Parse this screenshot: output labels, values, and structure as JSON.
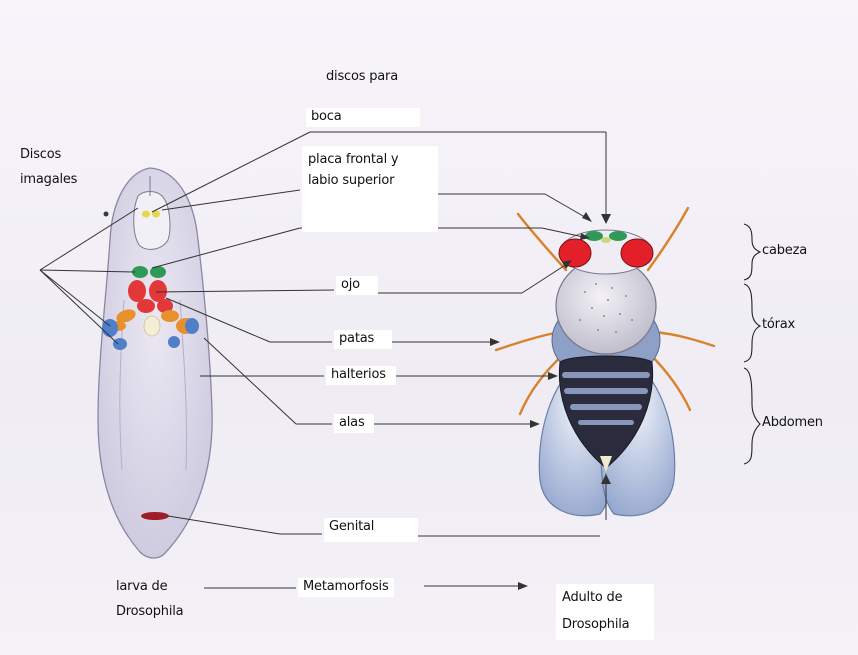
{
  "labels": {
    "discos_imagales": [
      "Discos",
      "imagales"
    ],
    "discos_para": "discos para",
    "boca": "boca",
    "placa_frontal": [
      "placa frontal y",
      "labio superior"
    ],
    "ojo": "ojo",
    "patas": "patas",
    "halterios": "halterios",
    "alas": "alas",
    "genital": "Genital",
    "cabeza": "cabeza",
    "torax": "tórax",
    "abdomen": "Abdomen",
    "larva": [
      "larva de",
      "Drosophila"
    ],
    "metamorfosis": "Metamorfosis",
    "adulto": [
      "Adulto de",
      "Drosophila"
    ]
  },
  "colors": {
    "background": "#f1eff6",
    "leader_line": "#333333",
    "body_pale": "#e6e3f0",
    "disc_green": "#2f9a57",
    "disc_red": "#e3383a",
    "disc_orange": "#e8902c",
    "disc_blue": "#4f7fc8",
    "fly_eye": "#e3202a",
    "fly_leg": "#d9822b",
    "abdomen_dark": "#1a1a26",
    "wing_blue": "#a9b8da"
  }
}
